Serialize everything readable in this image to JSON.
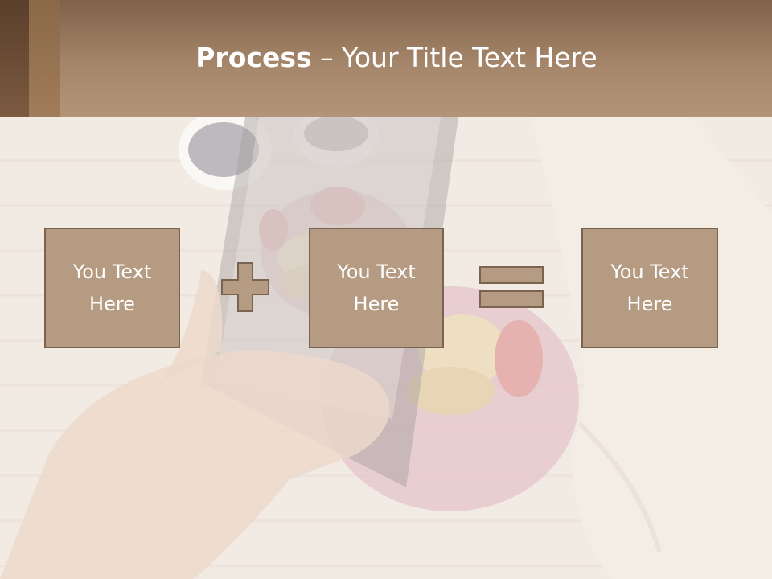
{
  "title": {
    "strong": "Process",
    "light": " – Your Title Text Here"
  },
  "process": {
    "steps": [
      {
        "label": "You Text Here"
      },
      {
        "label": "You Text Here"
      },
      {
        "label": "You Text Here"
      }
    ],
    "operators": [
      "plus-icon",
      "equals-icon"
    ]
  },
  "colors": {
    "header": "#a5866a",
    "box_fill": "#b49b82",
    "box_border": "#7a6451",
    "text": "#ffffff"
  }
}
